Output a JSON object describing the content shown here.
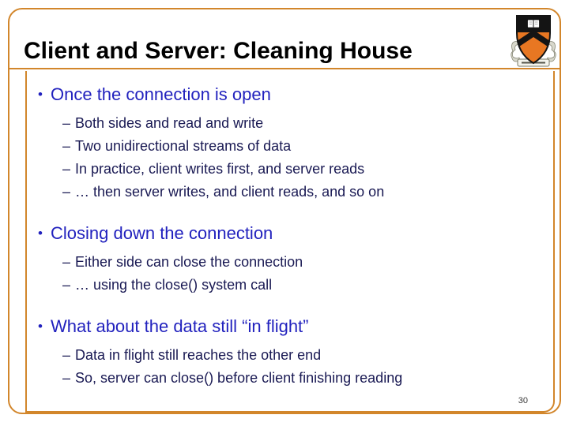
{
  "slide": {
    "title": "Client and Server: Cleaning House",
    "page_number": "30",
    "markers": {
      "dot": "•",
      "dash": "–"
    },
    "colors": {
      "border_orange": "#D2862B",
      "heading_blue": "#2222BE",
      "subtext_navy": "#191953",
      "title_black": "#000000",
      "logo_orange": "#E87722"
    },
    "logo": "princeton-shield-icon",
    "sections": [
      {
        "heading": "Once the connection is open",
        "items": [
          "Both sides and read and write",
          "Two unidirectional streams of data",
          "In practice, client writes first, and server reads",
          "… then server writes, and client reads, and so on"
        ]
      },
      {
        "heading": "Closing down the connection",
        "items": [
          "Either side can close the connection",
          "… using the close() system call"
        ]
      },
      {
        "heading": "What about the data still “in flight”",
        "items": [
          "Data in flight still reaches the other end",
          "So, server can close() before client finishing reading"
        ]
      }
    ]
  }
}
